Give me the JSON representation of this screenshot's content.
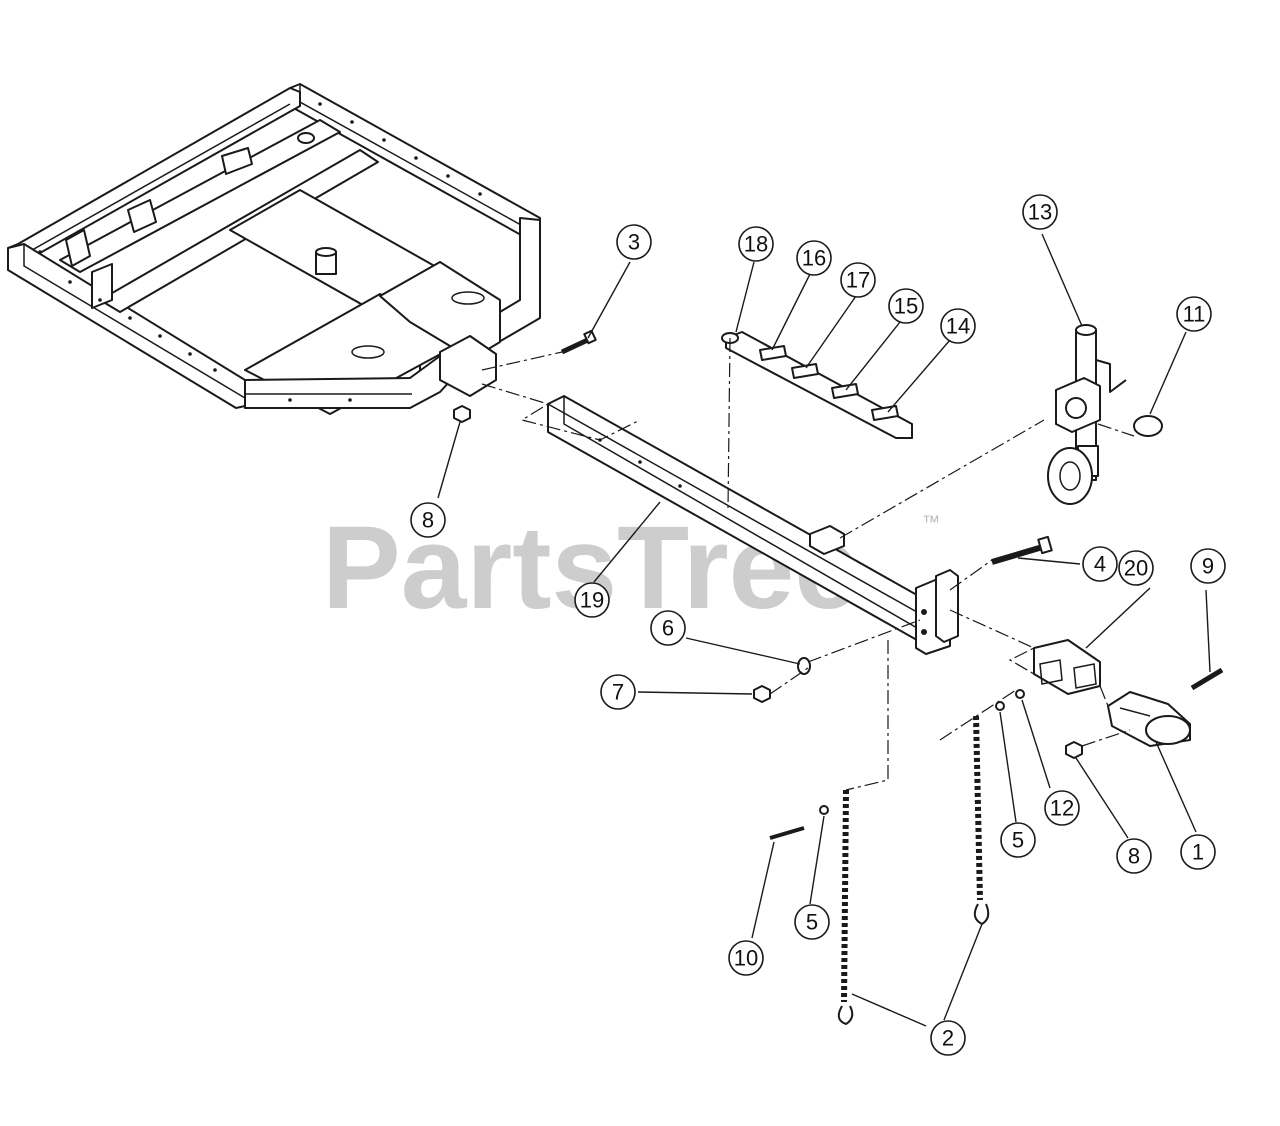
{
  "watermark": {
    "text": "PartsTree",
    "mark": "™"
  },
  "callouts": [
    {
      "id": "c1",
      "label": "1"
    },
    {
      "id": "c2",
      "label": "2"
    },
    {
      "id": "c3",
      "label": "3"
    },
    {
      "id": "c4",
      "label": "4"
    },
    {
      "id": "c5a",
      "label": "5"
    },
    {
      "id": "c5b",
      "label": "5"
    },
    {
      "id": "c6",
      "label": "6"
    },
    {
      "id": "c7",
      "label": "7"
    },
    {
      "id": "c8a",
      "label": "8"
    },
    {
      "id": "c8b",
      "label": "8"
    },
    {
      "id": "c9",
      "label": "9"
    },
    {
      "id": "c10",
      "label": "10"
    },
    {
      "id": "c11",
      "label": "11"
    },
    {
      "id": "c12",
      "label": "12"
    },
    {
      "id": "c13",
      "label": "13"
    },
    {
      "id": "c14",
      "label": "14"
    },
    {
      "id": "c15",
      "label": "15"
    },
    {
      "id": "c16",
      "label": "16"
    },
    {
      "id": "c17",
      "label": "17"
    },
    {
      "id": "c18",
      "label": "18"
    },
    {
      "id": "c19",
      "label": "19"
    },
    {
      "id": "c20",
      "label": "20"
    }
  ]
}
